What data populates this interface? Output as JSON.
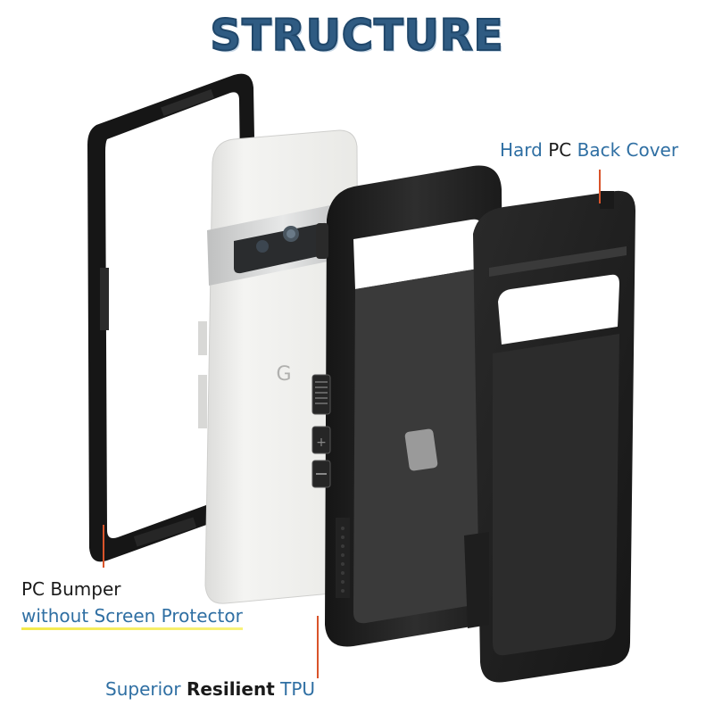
{
  "title": "STRUCTURE",
  "labels": {
    "back_cover": {
      "part1": "Hard ",
      "part2": "PC",
      "part3": " Back Cover"
    },
    "bumper": {
      "part1": "PC",
      "part2": " Bumper"
    },
    "no_screen": "without Screen Protector",
    "tpu": {
      "part1": "Superior ",
      "part2": "Resilient",
      "part3": " TPU"
    }
  },
  "phone": {
    "logo": "G"
  },
  "colors": {
    "title": "#2f5b82",
    "accent_text": "#2f6fa3",
    "dark_text": "#1a1a1a",
    "pointer_line": "#d9542a",
    "case_black": "#1c1c1c",
    "phone_white": "#f0f0ee",
    "underline": "#f4e94a"
  }
}
